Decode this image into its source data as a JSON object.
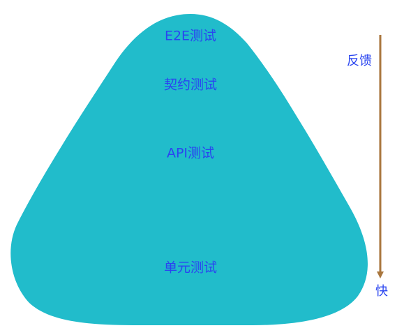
{
  "diagram": {
    "layers": [
      {
        "id": "e2e",
        "label": "E2E测试"
      },
      {
        "id": "contract",
        "label": "契约测试"
      },
      {
        "id": "api",
        "label": "API测试"
      },
      {
        "id": "unit",
        "label": "单元测试"
      }
    ],
    "feedback_axis": {
      "top_label": "反馈",
      "bottom_label": "快"
    },
    "colors": {
      "pyramid_fill": "#21bccb",
      "divider": "#ffffff",
      "label_text": "#2a45f0",
      "arrow": "#a9763d"
    }
  }
}
